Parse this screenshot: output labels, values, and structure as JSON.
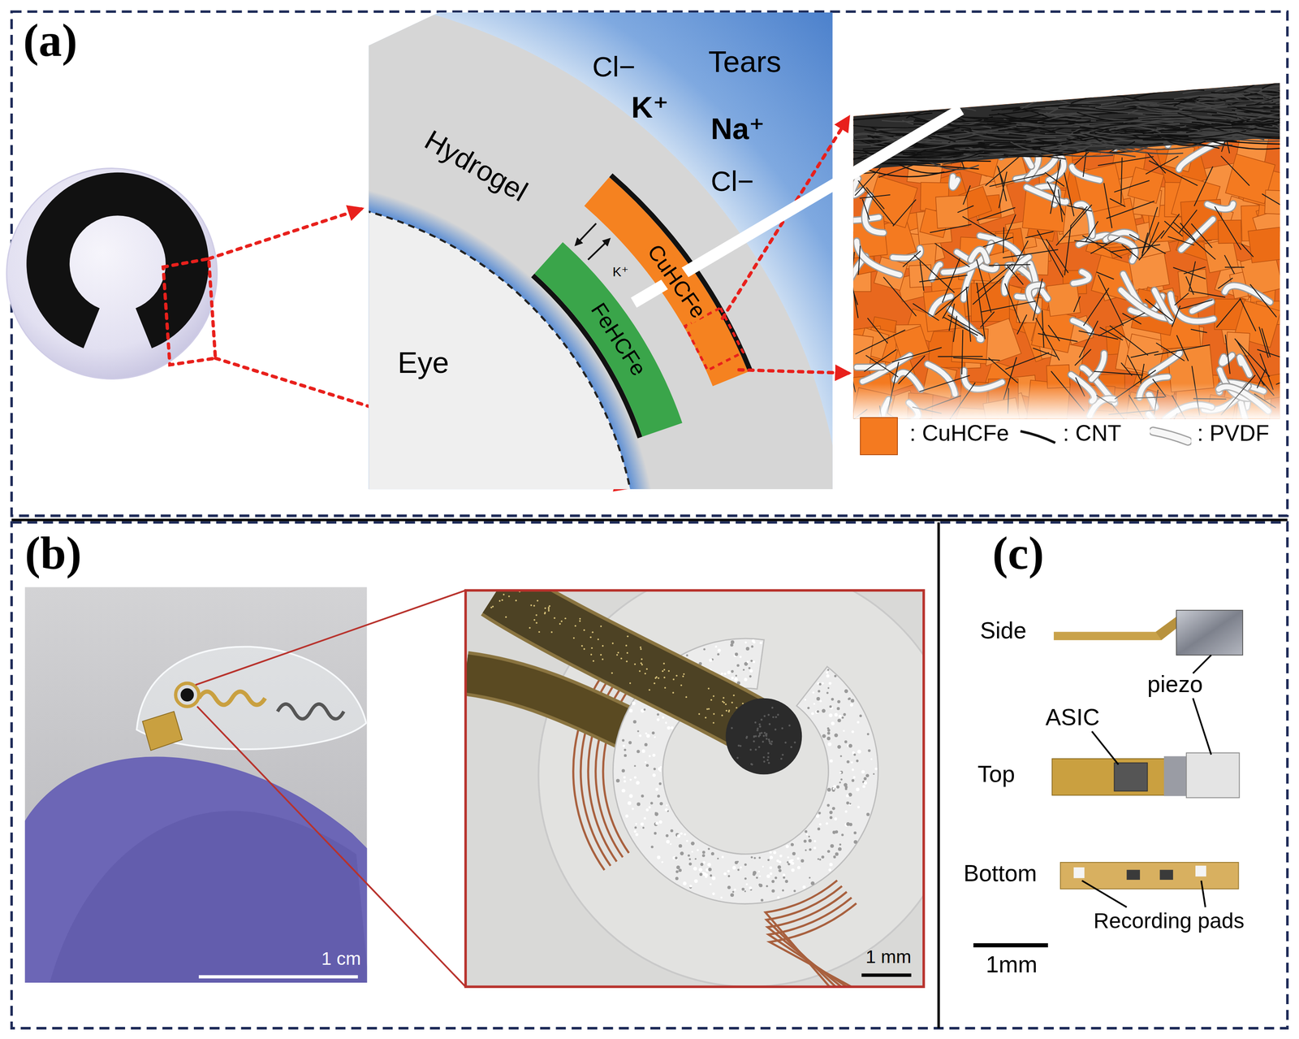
{
  "diagram": {
    "nodes": [
      {
        "text": [
          "(a)"
        ]
      },
      {
        "text": [
          "(b)"
        ]
      },
      {
        "text": [
          "(c)"
        ]
      }
    ],
    "labels": [
      "Cl−",
      "K⁺",
      "Tears",
      "Na⁺",
      "Cl−",
      "Hydrogel",
      "K⁺",
      "CuHCFe",
      "FeHCFe",
      "Eye",
      "1 cm",
      "1 mm",
      "Side",
      "piezo",
      "ASIC",
      "Top",
      "Bottom",
      "Recording pads",
      "1mm"
    ],
    "legend": [
      {
        "text": ": CuHCFe",
        "color": "#f47a20"
      },
      {
        "text": ": CNT"
      },
      {
        "text": ": PVDF"
      }
    ]
  }
}
